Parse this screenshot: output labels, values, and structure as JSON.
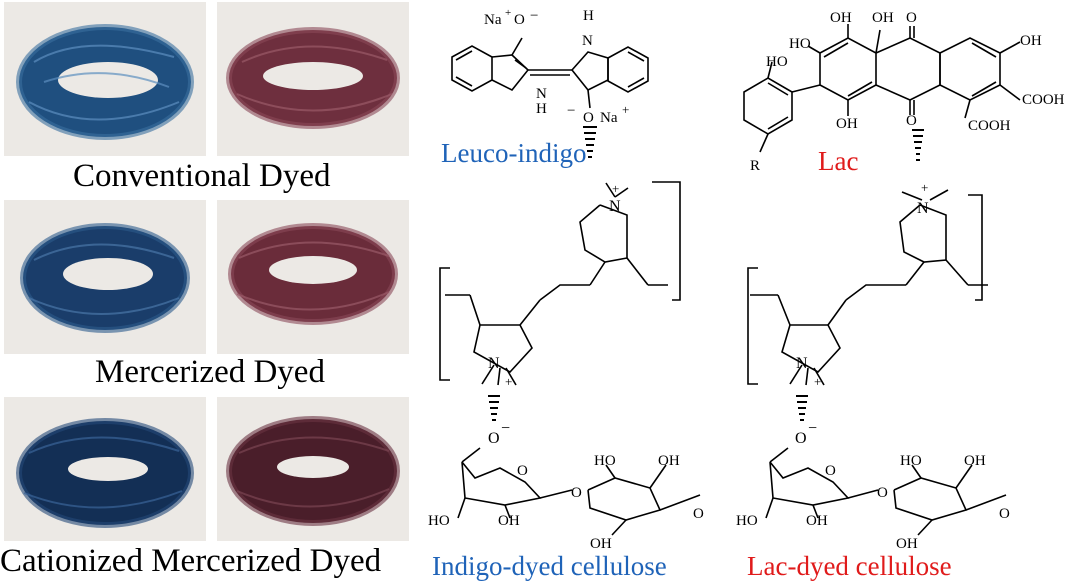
{
  "colors": {
    "indigo_text": "#1f63b8",
    "lac_text": "#e01b1b",
    "indigo_yarn": "#1f4f7f",
    "indigo_yarn_dark": "#132f55",
    "lac_yarn": "#6e2f3e",
    "lac_yarn_dark": "#4a1e2a",
    "photo_bg": "#ece9e5"
  },
  "photos": {
    "labels": [
      "Conventional Dyed",
      "Mercerized Dyed",
      "Cationized Mercerized Dyed"
    ],
    "depict": [
      "indigo-dyed yarn skein",
      "lac-dyed yarn skein"
    ]
  },
  "indigo": {
    "dye_name": "Leuco-indigo",
    "product_label": "Indigo-dyed cellulose",
    "atoms": {
      "na_top": "Na",
      "plus": "+",
      "o_top": "O",
      "minus": "−",
      "nh_top": "H",
      "n_top": "N",
      "n_left": "N",
      "h_left": "H",
      "o_mid": "O",
      "na_mid": "Na",
      "n_cation": "N",
      "n_cation2": "N",
      "o_anion": "O",
      "ho1": "HO",
      "oh1": "OH",
      "ho2": "HO",
      "oh2": "OH",
      "oh3": "OH",
      "o_ring1": "O",
      "o_link": "O",
      "o_ring2": "O",
      "oh4": "OH"
    }
  },
  "lac": {
    "dye_name": "Lac",
    "product_label": "Lac-dyed cellulose",
    "atoms": {
      "oh_a": "OH",
      "o_a": "O",
      "oh_b": "OH",
      "ho_a": "HO",
      "ho_b": "HO",
      "oh_c": "OH",
      "o_b": "O",
      "cooh_a": "COOH",
      "cooh_b": "COOH",
      "r": "R",
      "n_cation": "N",
      "n_cation2": "N",
      "o_anion": "O",
      "ho1": "HO",
      "oh1": "OH",
      "ho2": "HO",
      "oh2": "OH",
      "oh3": "OH",
      "o_ring1": "O",
      "o_link": "O",
      "o_ring2": "O",
      "oh4": "OH"
    }
  }
}
